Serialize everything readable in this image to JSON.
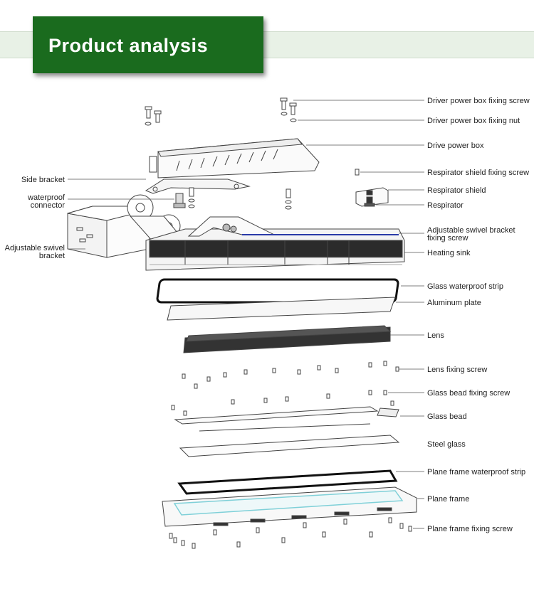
{
  "header": {
    "title": "Product analysis"
  },
  "labels": {
    "driver_power_box_fixing_screw": "Driver power box fixing screw",
    "driver_power_box_fixing_nut": "Driver power box fixing nut",
    "drive_power_box": "Drive power box",
    "respirator_shield_fixing_screw": "Respirator shield fixing screw",
    "respirator_shield": "Respirator shield",
    "respirator": "Respirator",
    "adjustable_swivel_bracket_fixing_screw_1": "Adjustable swivel bracket",
    "adjustable_swivel_bracket_fixing_screw_2": "fixing screw",
    "heating_sink": "Heating sink",
    "glass_waterproof_strip": "Glass waterproof strip",
    "aluminum_plate": "Aluminum plate",
    "lens": "Lens",
    "lens_fixing_screw": "Lens fixing screw",
    "glass_bead_fixing_screw": "Glass bead fixing screw",
    "glass_bead": "Glass bead",
    "steel_glass": "Steel glass",
    "plane_frame_waterproof_strip": "Plane frame waterproof strip",
    "plane_frame": "Plane frame",
    "plane_frame_fixing_screw": "Plane frame fixing screw",
    "side_bracket": "Side bracket",
    "waterproof_connector_1": "waterproof",
    "waterproof_connector_2": "connector",
    "adjustable_swivel_bracket_1": "Adjustable swivel",
    "adjustable_swivel_bracket_2": "bracket"
  },
  "colors": {
    "header_green": "#1a6b1e",
    "header_band": "#e8f1e6",
    "line": "#333333",
    "accent_blue": "#2a3aa8",
    "frame_cyan": "#7fd0d8"
  }
}
